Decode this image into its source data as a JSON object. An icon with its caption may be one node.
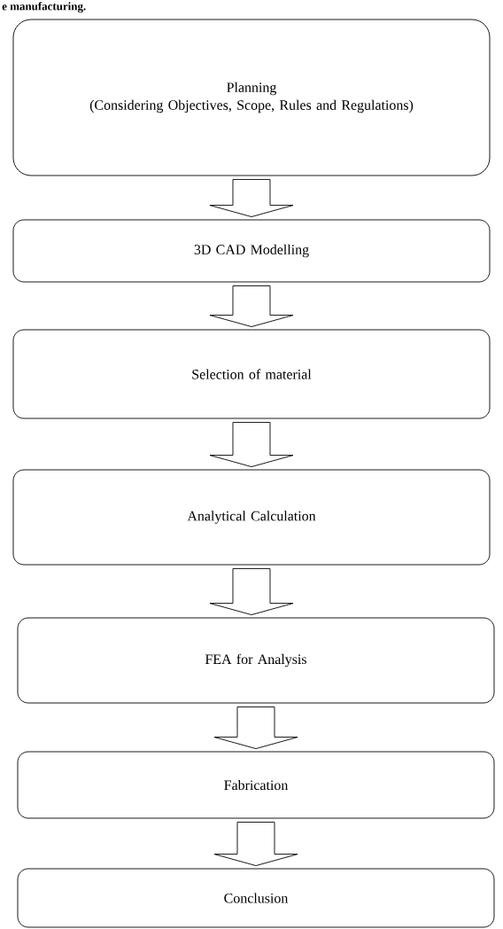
{
  "diagram": {
    "nodes": [
      {
        "text": [
          "Planning",
          "(Considering Objectives, Scope, Rules and Regulations)"
        ]
      },
      {
        "text": [
          "3D CAD Modelling"
        ]
      },
      {
        "text": [
          "Selection of material"
        ]
      },
      {
        "text": [
          "Analytical Calculation"
        ]
      },
      {
        "text": [
          "FEA for Analysis"
        ]
      },
      {
        "text": [
          "Fabrication"
        ]
      },
      {
        "text": [
          "Conclusion"
        ]
      }
    ],
    "edges": [
      {
        "from": 0,
        "to": 1,
        "arrow": "to"
      },
      {
        "from": 1,
        "to": 2,
        "arrow": "to"
      },
      {
        "from": 2,
        "to": 3,
        "arrow": "to"
      },
      {
        "from": 3,
        "to": 4,
        "arrow": "to"
      },
      {
        "from": 4,
        "to": 5,
        "arrow": "to"
      },
      {
        "from": 5,
        "to": 6,
        "arrow": "to"
      }
    ],
    "labels": [
      "e manufacturing."
    ]
  }
}
